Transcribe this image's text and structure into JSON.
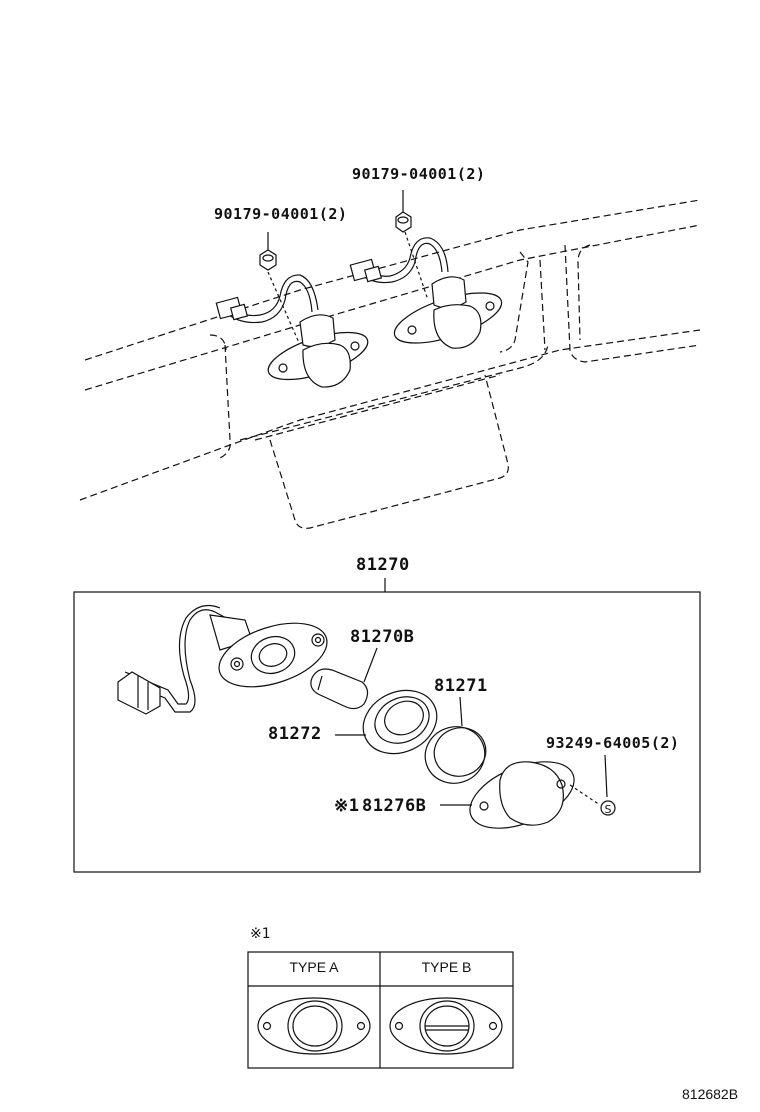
{
  "labels": {
    "nut_left": "90179-04001(2)",
    "nut_right": "90179-04001(2)",
    "assembly": "81270",
    "bulb": "81270B",
    "lens_inner": "81271",
    "gasket": "81272",
    "screw": "93249-64005(2)",
    "lens_outer": "81276B",
    "lens_outer_mark": "※1"
  },
  "type_table": {
    "note_mark": "※1",
    "col_a": "TYPE A",
    "col_b": "TYPE B"
  },
  "figure_number": "812682B"
}
